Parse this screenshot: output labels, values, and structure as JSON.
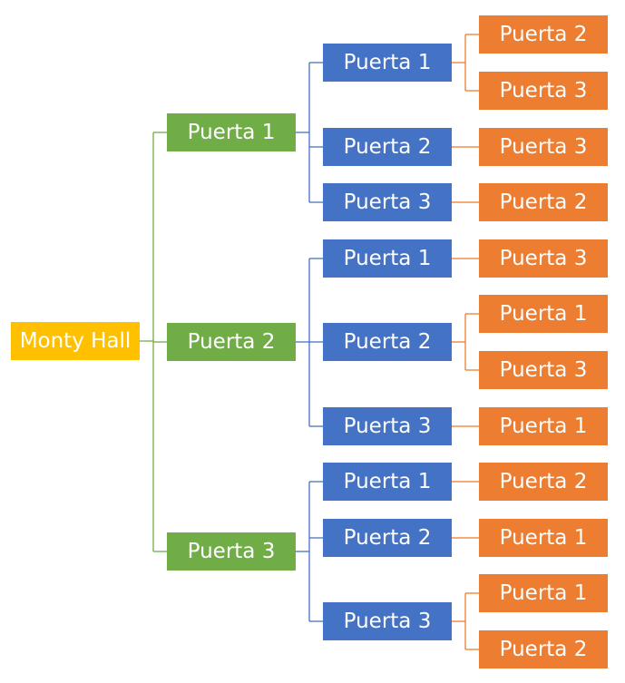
{
  "colors": {
    "root": "#FFC000",
    "level1": "#70AD47",
    "level2": "#4472C4",
    "level3": "#ED7D31"
  },
  "tree": {
    "label": "Monty Hall",
    "children": [
      {
        "label": "Puerta 1",
        "children": [
          {
            "label": "Puerta 1",
            "children": [
              {
                "label": "Puerta 2"
              },
              {
                "label": "Puerta 3"
              }
            ]
          },
          {
            "label": "Puerta 2",
            "children": [
              {
                "label": "Puerta 3"
              }
            ]
          },
          {
            "label": "Puerta 3",
            "children": [
              {
                "label": "Puerta 2"
              }
            ]
          }
        ]
      },
      {
        "label": "Puerta 2",
        "children": [
          {
            "label": "Puerta 1",
            "children": [
              {
                "label": "Puerta 3"
              }
            ]
          },
          {
            "label": "Puerta 2",
            "children": [
              {
                "label": "Puerta 1"
              },
              {
                "label": "Puerta 3"
              }
            ]
          },
          {
            "label": "Puerta 3",
            "children": [
              {
                "label": "Puerta 1"
              }
            ]
          }
        ]
      },
      {
        "label": "Puerta 3",
        "children": [
          {
            "label": "Puerta 1",
            "children": [
              {
                "label": "Puerta 2"
              }
            ]
          },
          {
            "label": "Puerta 2",
            "children": [
              {
                "label": "Puerta 1"
              }
            ]
          },
          {
            "label": "Puerta 3",
            "children": [
              {
                "label": "Puerta 1"
              },
              {
                "label": "Puerta 2"
              }
            ]
          }
        ]
      }
    ]
  }
}
